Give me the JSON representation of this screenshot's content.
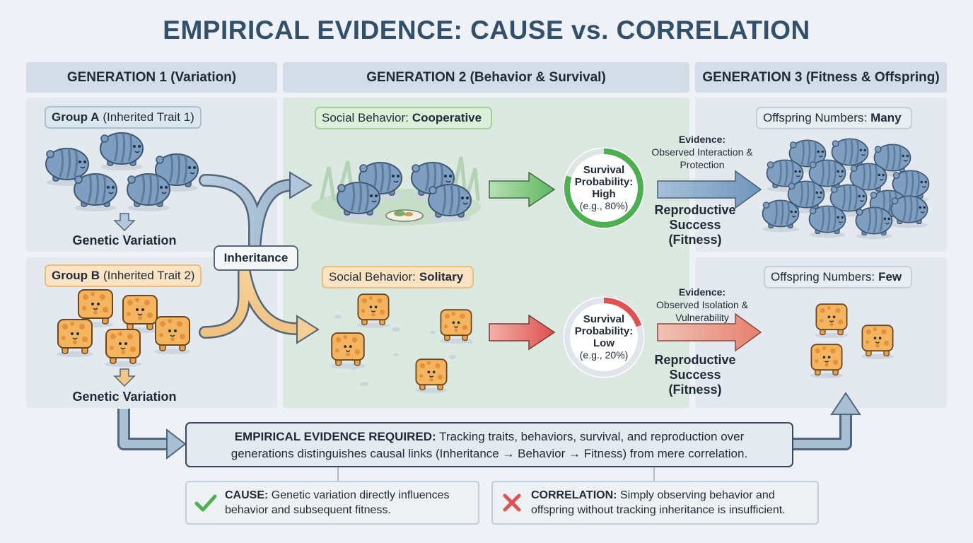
{
  "title": "EMPIRICAL EVIDENCE: CAUSE vs. CORRELATION",
  "generations": [
    {
      "label": "GENERATION 1 (Variation)"
    },
    {
      "label": "GENERATION 2 (Behavior & Survival)"
    },
    {
      "label": "GENERATION 3 (Fitness & Offspring)"
    }
  ],
  "group_a": {
    "name": "Group A",
    "trait": "(Inherited Trait 1)",
    "variation_label": "Genetic Variation"
  },
  "group_b": {
    "name": "Group B",
    "trait": "(Inherited Trait 2)",
    "variation_label": "Genetic Variation"
  },
  "inheritance_label": "Inheritance",
  "top_path": {
    "behavior_prefix": "Social Behavior:",
    "behavior_value": "Cooperative",
    "survival_title": "Survival Probability:",
    "survival_level": "High",
    "survival_example": "(e.g., 80%)",
    "survival_fraction": 0.8,
    "evidence_title": "Evidence:",
    "evidence_text": "Observed Interaction & Protection",
    "reproductive_line1": "Reproductive",
    "reproductive_line2": "Success",
    "reproductive_line3": "(Fitness)",
    "offspring_prefix": "Offspring Numbers:",
    "offspring_value": "Many"
  },
  "bottom_path": {
    "behavior_prefix": "Social Behavior:",
    "behavior_value": "Solitary",
    "survival_title": "Survival Probability:",
    "survival_level": "Low",
    "survival_example": "(e.g., 20%)",
    "survival_fraction": 0.2,
    "evidence_title": "Evidence:",
    "evidence_text": "Observed Isolation & Vulnerability",
    "reproductive_line1": "Reproductive",
    "reproductive_line2": "Success",
    "reproductive_line3": "(Fitness)",
    "offspring_prefix": "Offspring Numbers:",
    "offspring_value": "Few"
  },
  "requirement": {
    "heading": "EMPIRICAL EVIDENCE REQUIRED:",
    "text_line1": "Tracking traits, behaviors, survival, and reproduction over",
    "text_line2": "generations distinguishes causal links (Inheritance → Behavior → Fitness) from mere correlation."
  },
  "cause": {
    "heading": "CAUSE:",
    "line1": "Genetic variation directly influences",
    "line2": "behavior and subsequent fitness."
  },
  "correlation": {
    "heading": "CORRELATION:",
    "line1": "Simply observing behavior and",
    "line2": "offspring without tracking inheritance is insufficient."
  },
  "colors": {
    "blue_creature": "#7e9fc2",
    "orange_creature": "#f5b560",
    "high_ring": "#4caf50",
    "low_ring": "#e05252",
    "green_arrow": "#6cbf6c",
    "red_arrow": "#e05a55"
  }
}
